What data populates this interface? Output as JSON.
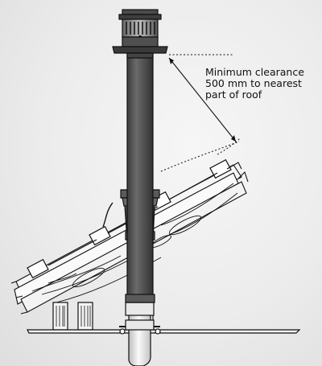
{
  "annotation": {
    "line1": "Minimum clearance",
    "line2": "500 mm to nearest",
    "line3": "part of roof"
  },
  "colors": {
    "outline": "#111111",
    "flue_dark": "#4a4a4a",
    "flue_mid": "#5e5e5e",
    "flue_light": "#7a7a7a",
    "wood": "#f2f2f2",
    "background": "#ececec"
  },
  "icons": [
    "terminal-cap",
    "chimney-flue-pipe",
    "roof-flashing",
    "roof-tiles",
    "ceiling-joists"
  ]
}
